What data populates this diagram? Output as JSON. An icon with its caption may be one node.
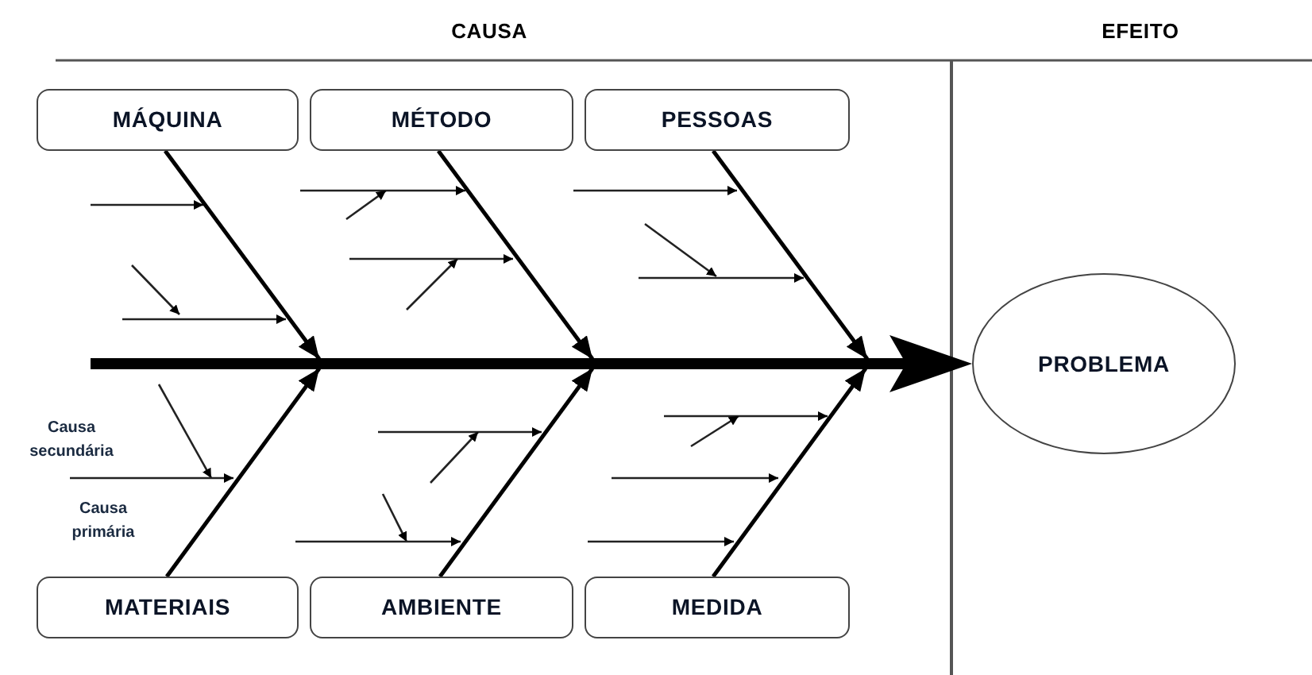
{
  "diagram": {
    "nodes": [
      {
        "text": [
          "MÁQUINA"
        ]
      },
      {
        "text": [
          "MÉTODO"
        ]
      },
      {
        "text": [
          "PESSOAS"
        ]
      },
      {
        "text": [
          "MATERIAIS"
        ]
      },
      {
        "text": [
          "AMBIENTE"
        ]
      },
      {
        "text": [
          "MEDIDA"
        ]
      },
      {
        "text": [
          "PROBLEMA"
        ]
      }
    ],
    "edges": [
      {
        "from": 0,
        "to": null,
        "arrow": "to"
      },
      {
        "from": 1,
        "to": null,
        "arrow": "to"
      },
      {
        "from": 2,
        "to": null,
        "arrow": "to"
      },
      {
        "from": 3,
        "to": null,
        "arrow": "to"
      },
      {
        "from": 4,
        "to": null,
        "arrow": "to"
      },
      {
        "from": 5,
        "to": null,
        "arrow": "to"
      },
      {
        "from": null,
        "to": 6,
        "arrow": "to",
        "style": "thick"
      }
    ],
    "labels": [
      "CAUSA",
      "EFEITO",
      "Causa secundária",
      "Causa primária"
    ]
  }
}
